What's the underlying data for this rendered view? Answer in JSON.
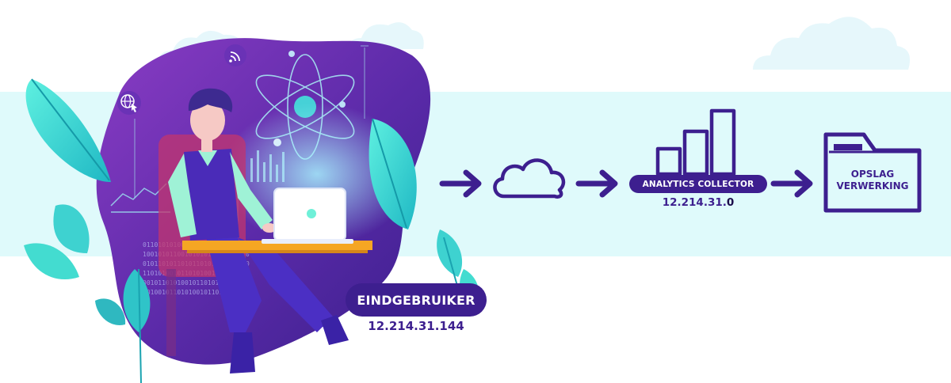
{
  "diagram": {
    "end_user": {
      "label": "EINDGEBRUIKER",
      "ip": "12.214.31.144"
    },
    "collector": {
      "label": "ANALYTICS COLLECTOR",
      "ip_prefix": "12.214.31.",
      "ip_suffix": "0"
    },
    "storage": {
      "line1": "OPSLAG",
      "line2": "VERWERKING"
    },
    "flow": [
      "end-user",
      "cloud",
      "analytics-collector",
      "storage"
    ]
  },
  "colors": {
    "primary": "#3d1f8f",
    "band": "#dffafb",
    "teal": "#2fd0c8",
    "purple_blob": "#7b2db8"
  },
  "icons": [
    "arrow-right-icon",
    "cloud-icon",
    "bar-chart-icon",
    "folder-icon",
    "wifi-icon",
    "globe-icon",
    "atom-icon",
    "laptop-icon"
  ]
}
